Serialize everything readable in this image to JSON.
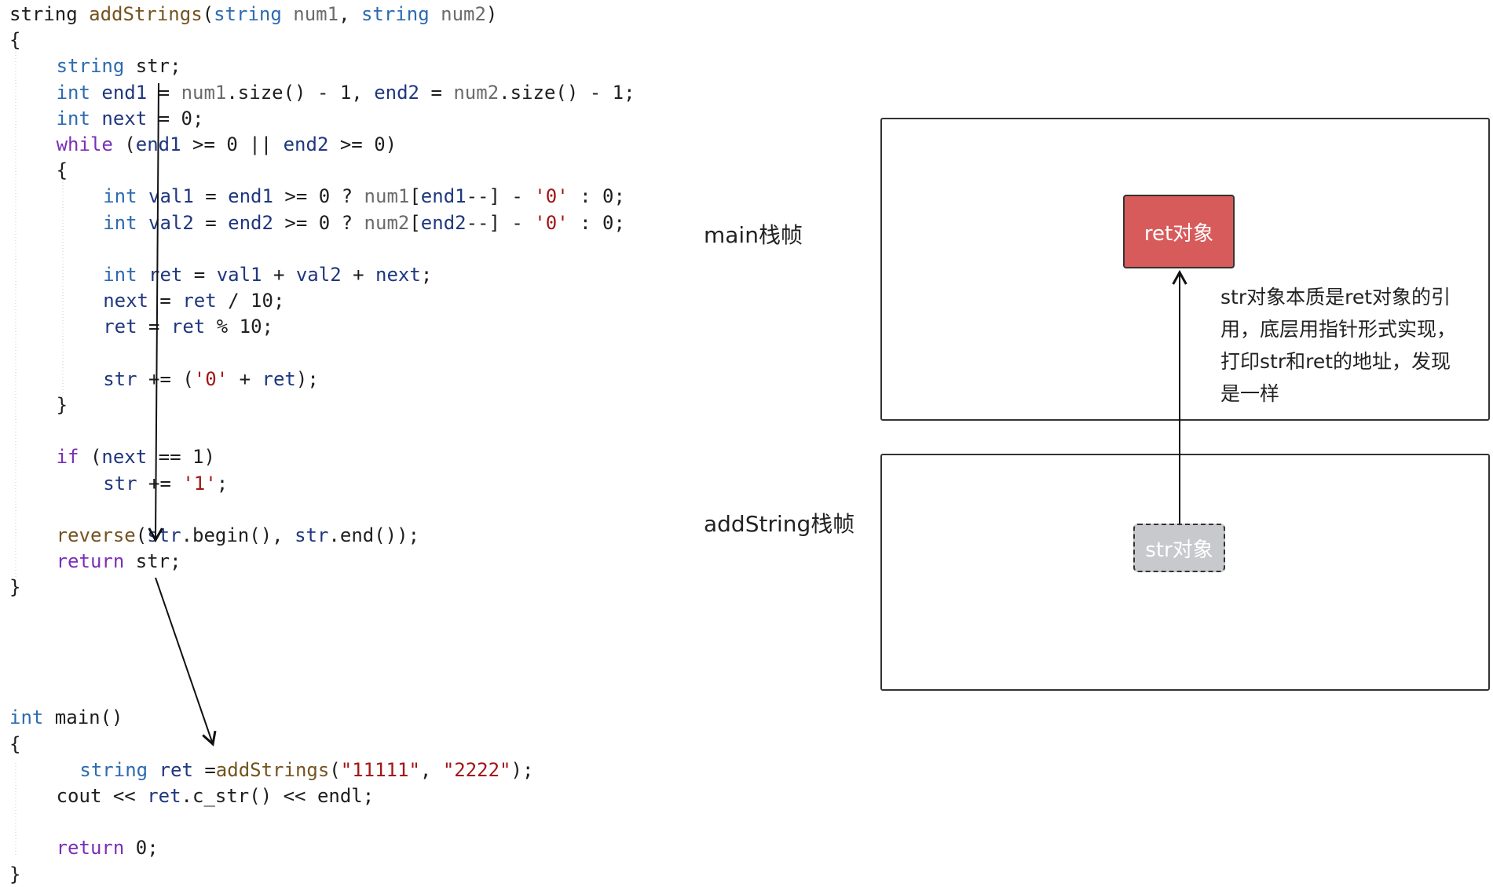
{
  "code_lines": [
    {
      "y": 0,
      "indent": 0,
      "tokens": [
        [
          "plain",
          "string "
        ],
        [
          "fn",
          "addStrings"
        ],
        [
          "plain",
          "("
        ],
        [
          "type",
          "string"
        ],
        [
          "param",
          " num1"
        ],
        [
          "plain",
          ", "
        ],
        [
          "type",
          "string"
        ],
        [
          "param",
          " num2"
        ],
        [
          "plain",
          ")"
        ]
      ]
    },
    {
      "y": 1,
      "indent": 0,
      "tokens": [
        [
          "plain",
          "{"
        ]
      ]
    },
    {
      "y": 2,
      "indent": 4,
      "tokens": [
        [
          "type",
          "string"
        ],
        [
          "plain",
          " str;"
        ]
      ]
    },
    {
      "y": 3,
      "indent": 4,
      "tokens": [
        [
          "type",
          "int"
        ],
        [
          "var",
          " end1"
        ],
        [
          "plain",
          " = "
        ],
        [
          "param",
          "num1"
        ],
        [
          "plain",
          ".size() - 1, "
        ],
        [
          "var",
          "end2"
        ],
        [
          "plain",
          " = "
        ],
        [
          "param",
          "num2"
        ],
        [
          "plain",
          ".size() - 1;"
        ]
      ]
    },
    {
      "y": 4,
      "indent": 4,
      "tokens": [
        [
          "type",
          "int"
        ],
        [
          "var",
          " next"
        ],
        [
          "plain",
          " = 0;"
        ]
      ]
    },
    {
      "y": 5,
      "indent": 4,
      "tokens": [
        [
          "kw",
          "while"
        ],
        [
          "plain",
          " ("
        ],
        [
          "var",
          "end1"
        ],
        [
          "plain",
          " >= 0 || "
        ],
        [
          "var",
          "end2"
        ],
        [
          "plain",
          " >= 0)"
        ]
      ]
    },
    {
      "y": 6,
      "indent": 4,
      "tokens": [
        [
          "plain",
          "{"
        ]
      ]
    },
    {
      "y": 7,
      "indent": 8,
      "tokens": [
        [
          "type",
          "int"
        ],
        [
          "var",
          " val1"
        ],
        [
          "plain",
          " = "
        ],
        [
          "var",
          "end1"
        ],
        [
          "plain",
          " >= 0 ? "
        ],
        [
          "param",
          "num1"
        ],
        [
          "plain",
          "["
        ],
        [
          "var",
          "end1"
        ],
        [
          "plain",
          "--] - "
        ],
        [
          "str",
          "'0'"
        ],
        [
          "plain",
          " : 0;"
        ]
      ]
    },
    {
      "y": 8,
      "indent": 8,
      "tokens": [
        [
          "type",
          "int"
        ],
        [
          "var",
          " val2"
        ],
        [
          "plain",
          " = "
        ],
        [
          "var",
          "end2"
        ],
        [
          "plain",
          " >= 0 ? "
        ],
        [
          "param",
          "num2"
        ],
        [
          "plain",
          "["
        ],
        [
          "var",
          "end2"
        ],
        [
          "plain",
          "--] - "
        ],
        [
          "str",
          "'0'"
        ],
        [
          "plain",
          " : 0;"
        ]
      ]
    },
    {
      "y": 10,
      "indent": 8,
      "tokens": [
        [
          "type",
          "int"
        ],
        [
          "var",
          " ret"
        ],
        [
          "plain",
          " = "
        ],
        [
          "var",
          "val1"
        ],
        [
          "plain",
          " + "
        ],
        [
          "var",
          "val2"
        ],
        [
          "plain",
          " + "
        ],
        [
          "var",
          "next"
        ],
        [
          "plain",
          ";"
        ]
      ]
    },
    {
      "y": 11,
      "indent": 8,
      "tokens": [
        [
          "var",
          "next"
        ],
        [
          "plain",
          " = "
        ],
        [
          "var",
          "ret"
        ],
        [
          "plain",
          " / 10;"
        ]
      ]
    },
    {
      "y": 12,
      "indent": 8,
      "tokens": [
        [
          "var",
          "ret"
        ],
        [
          "plain",
          " = "
        ],
        [
          "var",
          "ret"
        ],
        [
          "plain",
          " % 10;"
        ]
      ]
    },
    {
      "y": 14,
      "indent": 8,
      "tokens": [
        [
          "var",
          "str"
        ],
        [
          "plain",
          " += ("
        ],
        [
          "str",
          "'0'"
        ],
        [
          "plain",
          " + "
        ],
        [
          "var",
          "ret"
        ],
        [
          "plain",
          ");"
        ]
      ]
    },
    {
      "y": 15,
      "indent": 4,
      "tokens": [
        [
          "plain",
          "}"
        ]
      ]
    },
    {
      "y": 17,
      "indent": 4,
      "tokens": [
        [
          "kw",
          "if"
        ],
        [
          "plain",
          " ("
        ],
        [
          "var",
          "next"
        ],
        [
          "plain",
          " == 1)"
        ]
      ]
    },
    {
      "y": 18,
      "indent": 8,
      "tokens": [
        [
          "var",
          "str"
        ],
        [
          "plain",
          " += "
        ],
        [
          "str",
          "'1'"
        ],
        [
          "plain",
          ";"
        ]
      ]
    },
    {
      "y": 20,
      "indent": 4,
      "tokens": [
        [
          "fn",
          "reverse"
        ],
        [
          "plain",
          "("
        ],
        [
          "var",
          "str"
        ],
        [
          "plain",
          ".begin(), "
        ],
        [
          "var",
          "str"
        ],
        [
          "plain",
          ".end());"
        ]
      ]
    },
    {
      "y": 21,
      "indent": 4,
      "tokens": [
        [
          "kw",
          "return"
        ],
        [
          "plain",
          " str;"
        ]
      ]
    },
    {
      "y": 22,
      "indent": 0,
      "tokens": [
        [
          "plain",
          "}"
        ]
      ]
    },
    {
      "y": 27,
      "indent": 0,
      "tokens": [
        [
          "type",
          "int"
        ],
        [
          "plain",
          " main()"
        ]
      ]
    },
    {
      "y": 28,
      "indent": 0,
      "tokens": [
        [
          "plain",
          "{"
        ]
      ]
    },
    {
      "y": 29,
      "indent": 6,
      "tokens": [
        [
          "type",
          "string"
        ],
        [
          "var",
          " ret"
        ],
        [
          "plain",
          " ="
        ],
        [
          "fn",
          "addStrings"
        ],
        [
          "plain",
          "("
        ],
        [
          "str",
          "\"11111\""
        ],
        [
          "plain",
          ", "
        ],
        [
          "str",
          "\"2222\""
        ],
        [
          "plain",
          ");"
        ]
      ]
    },
    {
      "y": 30,
      "indent": 4,
      "tokens": [
        [
          "plain",
          "cout << "
        ],
        [
          "var",
          "ret"
        ],
        [
          "plain",
          ".c_str() << endl;"
        ]
      ]
    },
    {
      "y": 32,
      "indent": 4,
      "tokens": [
        [
          "kw",
          "return"
        ],
        [
          "plain",
          " 0;"
        ]
      ]
    },
    {
      "y": 33,
      "indent": 0,
      "tokens": [
        [
          "plain",
          "}"
        ]
      ]
    }
  ],
  "diagram": {
    "main_frame_label": "main栈帧",
    "add_frame_label": "addString栈帧",
    "ret_box_label": "ret对象",
    "str_box_label": "str对象",
    "note_lines": [
      "str对象本质是ret对象的引",
      "用，底层用指针形式实现，",
      "打印str和ret的地址，发现",
      "是一样"
    ],
    "colors": {
      "ret_box": "#d85b5b",
      "str_box": "#c7c9cc",
      "keyword": "#7a2fb8",
      "type": "#2c6bb0",
      "string_literal": "#a31515"
    }
  }
}
